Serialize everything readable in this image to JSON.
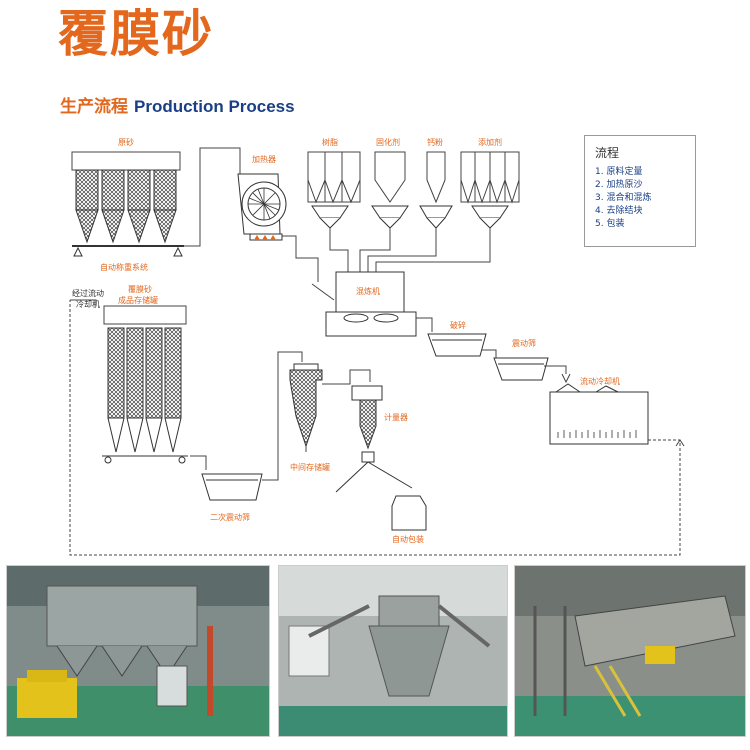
{
  "title": "覆膜砂",
  "section": {
    "title_cn": "生产流程",
    "title_en": "Production Process"
  },
  "labels": {
    "raw_sand": "原砂",
    "auto_weigh": "自动称重系统",
    "heater": "加热器",
    "resin": "树脂",
    "curing_agent": "固化剂",
    "calcium_powder": "钙粉",
    "additive": "添加剂",
    "mixer": "混炼机",
    "crusher": "破碎",
    "vibrating_screen": "震动筛",
    "fluid_cooler": "流动冷却机",
    "cooled_note_line1": "经过流动",
    "cooled_note_line2": "冷却机",
    "product_tank_line1": "覆膜砂",
    "product_tank_line2": "成品存储罐",
    "secondary_screen": "二次震动筛",
    "intermediate_tank": "中间存储罐",
    "metering": "计量器",
    "auto_packing": "自动包装"
  },
  "legend": {
    "title": "流程",
    "steps": [
      "1. 原料定量",
      "2. 加热原沙",
      "3. 混合和混炼",
      "4. 去除结块",
      "5. 包装"
    ]
  },
  "colors": {
    "accent": "#e3671d",
    "navy": "#1a3f85",
    "line": "#555555"
  }
}
